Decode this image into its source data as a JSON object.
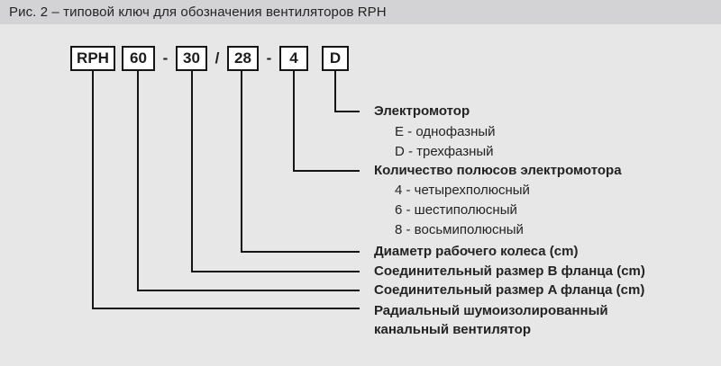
{
  "figure": {
    "title": "Рис. 2 – типовой ключ для обозначения вентиляторов RPH"
  },
  "code": {
    "boxes": [
      {
        "label": "RPH"
      },
      {
        "label": "60"
      },
      {
        "label": "30"
      },
      {
        "label": "28"
      },
      {
        "label": "4"
      },
      {
        "label": "D"
      }
    ],
    "separators": {
      "sep1": "-",
      "sep2": "/",
      "sep3": "-"
    }
  },
  "legend": {
    "motor_title": "Электромотор",
    "motor_option_e": "E - однофазный",
    "motor_option_d": "D - трехфазный",
    "poles_title": "Количество полюсов электромотора",
    "poles_option_4": "4 - четырехполюсный",
    "poles_option_6": "6 - шестиполюсный",
    "poles_option_8": "8 - восьмиполюсный",
    "impeller_diameter": "Диаметр рабочего колеса (cm)",
    "flange_b": "Соединительный размер B фланца (cm)",
    "flange_a": "Соединительный размер A фланца (cm)",
    "fan_type_line1": "Радиальный шумоизолированный",
    "fan_type_line2": "канальный вентилятор"
  },
  "colors": {
    "background": "#e7e7e8",
    "title_band": "#d3d3d5",
    "box_fill": "#ffffff",
    "line": "#151515",
    "text": "#232323"
  }
}
